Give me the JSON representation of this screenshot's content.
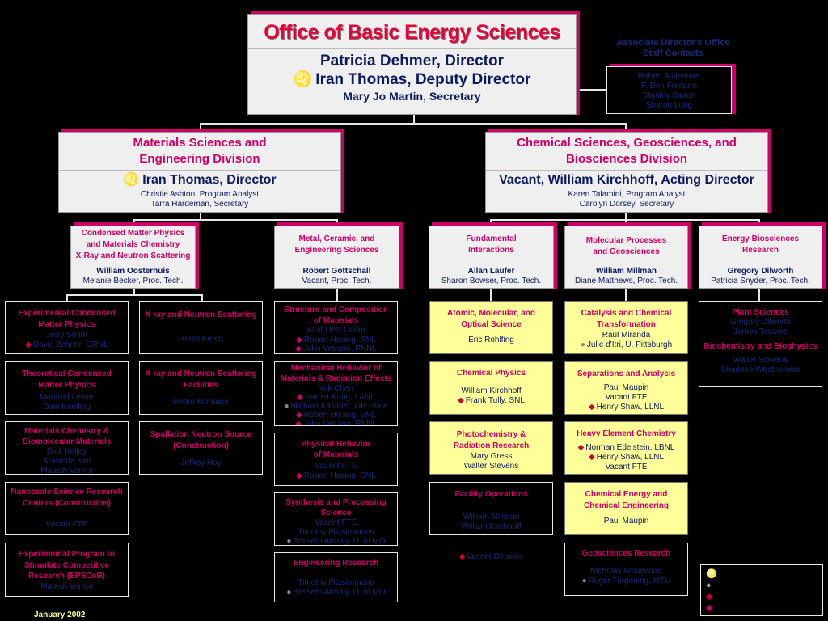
{
  "office": {
    "title": "Office of Basic Energy Sciences",
    "director": "Patricia Dehmer, Director",
    "deputy": "Iran Thomas, Deputy Director",
    "secretary": "Mary Jo Martin, Secretary",
    "deputy_symbol": "♌"
  },
  "assoc": {
    "title1": "Associate Director's Office",
    "title2": "Staff Contacts",
    "staff": [
      "Robert Astheimer",
      "F. Don Freiburn",
      "Stanley Staten",
      "Sharon Long"
    ]
  },
  "msed": {
    "title1": "Materials Sciences and",
    "title2": "Engineering Division",
    "director": "Iran Thomas, Director",
    "analyst": "Christie Ashton, Program Analyst",
    "secretary": "Tarra Hardeman, Secretary"
  },
  "csgb": {
    "title1": "Chemical Sciences, Geosciences, and",
    "title2": "Biosciences Division",
    "director": "Vacant, William Kirchhoff, Acting Director",
    "analyst": "Karen Talamini, Program Analyst",
    "secretary": "Carolyn Dorsey, Secretary"
  },
  "teams": [
    {
      "title1": "Condensed Matter Physics",
      "title2": "and Materials Chemistry",
      "title3": "X-Ray and Neutron Scattering",
      "lead": "William Oosterhuis",
      "tech": "Melanie Becker, Proc. Tech."
    },
    {
      "title1": "Metal, Ceramic, and",
      "title2": "Engineering Sciences",
      "lead": "Robert Gottschall",
      "tech": "Vacant, Proc. Tech."
    },
    {
      "title1": "Fundamental",
      "title2": "Interactions",
      "lead": "Allan Laufer",
      "tech": "Sharon Bowser, Proc. Tech."
    },
    {
      "title1": "Molecular Processes",
      "title2": "and Geosciences",
      "lead": "William Millman",
      "tech": "Diane Matthews, Proc. Tech."
    },
    {
      "title1": "Energy Biosciences",
      "title2": "Research",
      "lead": "Gregory Dilworth",
      "tech": "Patricia Snyder, Proc. Tech."
    }
  ],
  "col1": [
    {
      "t1": "Experimental Condensed",
      "t2": "Matter Physics",
      "names": [
        "Jerry Smith"
      ],
      "bnames": [
        "David Zehner, ORNL"
      ]
    },
    {
      "t1": "Theoretical Condensed",
      "t2": "Matter Physics",
      "names": [
        "Manfred Leiser",
        "Dale Koelling"
      ]
    },
    {
      "t1": "Materials Chemistry &",
      "t2": "Biomolecular Materials",
      "names": [
        "Dick Kelley",
        "Aravinda Kini",
        "Matesh Varma"
      ]
    },
    {
      "t1": "Nanoscale Science Research",
      "t2": "Centers (Construction)",
      "names": [
        "Vacant FTE"
      ]
    },
    {
      "t1": "Experimental Program to",
      "t2": "Stimulate Competitive",
      "t3": "Research (EPSCoR)",
      "names": [
        "Matesh Varma"
      ]
    }
  ],
  "col2": [
    {
      "t1": "X-ray and Neutron Scattering",
      "names": [
        "Helen Kerch"
      ]
    },
    {
      "t1": "X-ray and Neutron Scattering",
      "t2": "Facilities",
      "names": [
        "Pedro Montano"
      ]
    },
    {
      "t1": "Spallation Neutron Source",
      "t2": "(Construction)",
      "names": [
        "Jeffrey Hoy"
      ]
    }
  ],
  "col3": [
    {
      "t1": "Structure and Composition",
      "t2": "of Materials",
      "names": [
        "Altaf (Tof) Carim"
      ],
      "rnames": [
        "Robert Hwang, SNL",
        "John Vetrano, PNNL"
      ]
    },
    {
      "t1": "Mechanical Behavior of",
      "t2": "Materials & Radiation Effects",
      "names": [
        "Yok Chen"
      ],
      "rnames": [
        "Harriet Kung, LANL"
      ],
      "gnames": [
        "Michael Kassner, OR State"
      ],
      "rnames2": [
        "Robert Hwang, SNL",
        "John Vetrano, PNNL"
      ]
    },
    {
      "t1": "Physical Behavior",
      "t2": "of Materials",
      "names": [
        "Vacant FTE"
      ],
      "rnames": [
        "Robert Hwang, SNL"
      ]
    },
    {
      "t1": "Synthesis and Processing",
      "t2": "Science",
      "names": [
        "Vacant FTE",
        "Timothy Fitzsimmons"
      ],
      "gnames": [
        "Bassem Armaly, U. of MO"
      ]
    },
    {
      "t1": "Engineering Research",
      "names": [
        "Timothy Fitzsimmons"
      ],
      "gnames": [
        "Bassem Armaly, U. of MO"
      ]
    }
  ],
  "col4": [
    {
      "t1": "Atomic, Molecular, and",
      "t2": "Optical Science",
      "names": [
        "Eric Rohlfing"
      ]
    },
    {
      "t1": "Chemical Physics",
      "names": [
        "William Kirchhoff"
      ],
      "rnames": [
        "Frank Tully, SNL"
      ]
    },
    {
      "t1": "Photochemistry &",
      "t2": "Radiation Research",
      "names": [
        "Mary Gress",
        "Walter Stevens"
      ]
    },
    {
      "t1": "Facility Operations",
      "names": [
        "William Millman",
        "William Kirchhoff"
      ]
    }
  ],
  "col4_extra": "Vacant Detailee",
  "col5": [
    {
      "t1": "Catalysis and Chemical",
      "t2": "Transformation",
      "names": [
        "Raul Miranda"
      ],
      "gnames": [
        "Julie d'Itri, U. Pittsburgh"
      ]
    },
    {
      "t1": "Separations and Analysis",
      "names": [
        "Paul Maupin",
        "Vacant FTE"
      ],
      "rnames": [
        "Henry Shaw, LLNL"
      ]
    },
    {
      "t1": "Heavy Element Chemistry",
      "rnames": [
        "Norman Edelstein, LBNL",
        "Henry Shaw, LLNL"
      ],
      "names2": [
        "Vacant FTE"
      ]
    },
    {
      "t1": "Chemical Energy and",
      "t2": "Chemical Engineering",
      "names": [
        "Paul Maupin"
      ]
    },
    {
      "t1": "Geosciences Research",
      "names": [
        "Nicholas Woodward"
      ],
      "gnames": [
        "Roger Turpening,  MTU"
      ]
    }
  ],
  "col6": {
    "t1": "Plant Sciences",
    "names1": [
      "Gregory Dilworth",
      "James Tavares"
    ],
    "t2": "Biochemistry and Biophysics",
    "names2": [
      "Walter Stevens",
      "Sharlene Weatherwax"
    ]
  },
  "legend_symbols": [
    "♌",
    "●",
    "◆",
    "◆"
  ],
  "date": "January 2002"
}
